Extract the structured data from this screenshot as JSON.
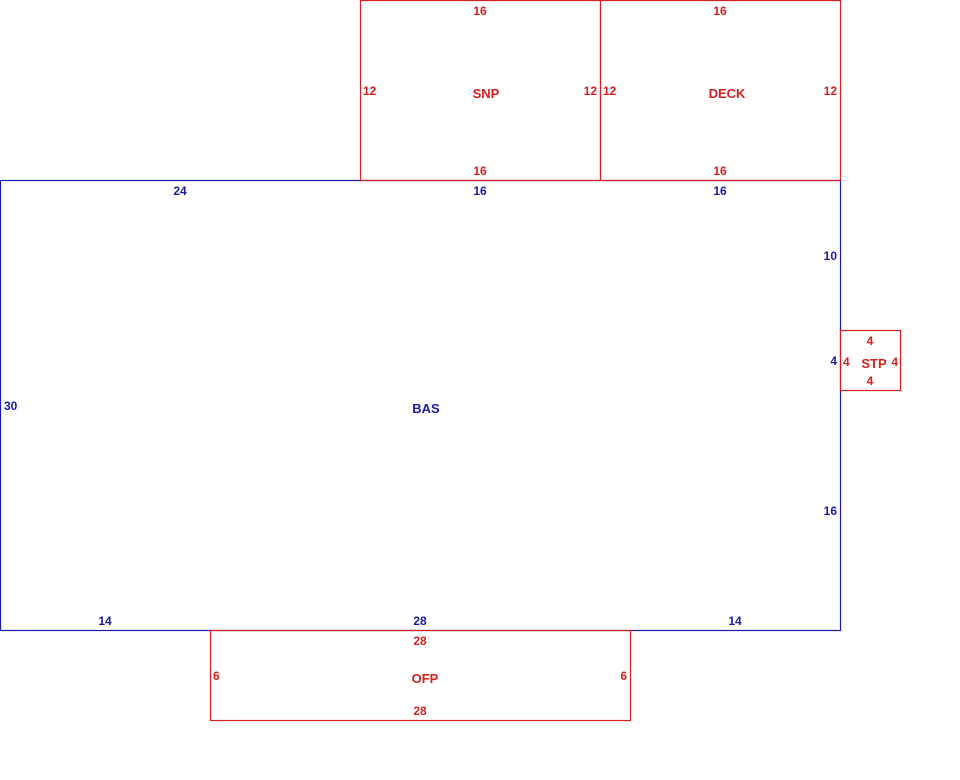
{
  "colors": {
    "living_area": "#1a1aa6",
    "other_area": "#d42020"
  },
  "areas": {
    "bas": {
      "label": "BAS",
      "dims": {
        "top_left": "24",
        "top_mid": "16",
        "top_right": "16",
        "left": "30",
        "right_upper": "10",
        "right_mid": "4",
        "right_lower": "16",
        "bottom_left": "14",
        "bottom_mid": "28",
        "bottom_right": "14"
      }
    },
    "snp": {
      "label": "SNP",
      "dims": {
        "top": "16",
        "bottom": "16",
        "left": "12",
        "right": "12"
      }
    },
    "deck": {
      "label": "DECK",
      "dims": {
        "top": "16",
        "bottom": "16",
        "left": "12",
        "right": "12"
      }
    },
    "stp": {
      "label": "STP",
      "dims": {
        "top": "4",
        "bottom": "4",
        "left": "4",
        "right": "4"
      }
    },
    "ofp": {
      "label": "OFP",
      "dims": {
        "top": "28",
        "bottom": "28",
        "left": "6",
        "right": "6"
      }
    }
  }
}
